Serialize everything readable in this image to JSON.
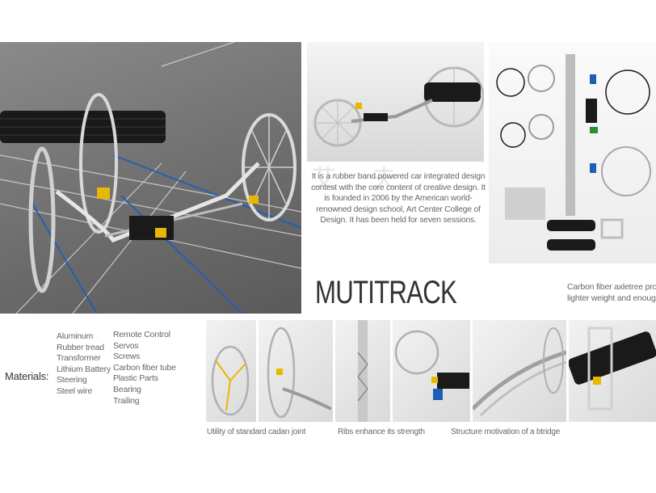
{
  "title": "MUTITRACK",
  "watermark": "艾 夫",
  "description": "It is a rubber band powered car integrated design contest with the core content of creative design. It is founded in 2006 by the American world-renowned design school, Art Center College of Design. It has been held for seven sessions.",
  "carbon_note": {
    "line1": "Carbon fiber axletree provides",
    "line2": "lighter weight and enough"
  },
  "materials": {
    "label": "Materials:",
    "col1": [
      "Aluminum",
      "Rubber tread",
      "Transformer",
      "Lithium Battery",
      "Steering",
      "Steel wire"
    ],
    "col2": [
      "Remote Control",
      "Servos",
      "Screws",
      "Carbon fiber tube",
      "Plastic Parts",
      "Bearing",
      "Trailing"
    ]
  },
  "captions": {
    "cadan": "Utility of standard cadan joint",
    "ribs": "Ribs enhance its strength",
    "bridge": "Structure motivation of a btridge"
  },
  "colors": {
    "accent_blue": "#1d5fb5",
    "servo_yellow": "#e8b800",
    "carbon": "#1a1a1a"
  }
}
